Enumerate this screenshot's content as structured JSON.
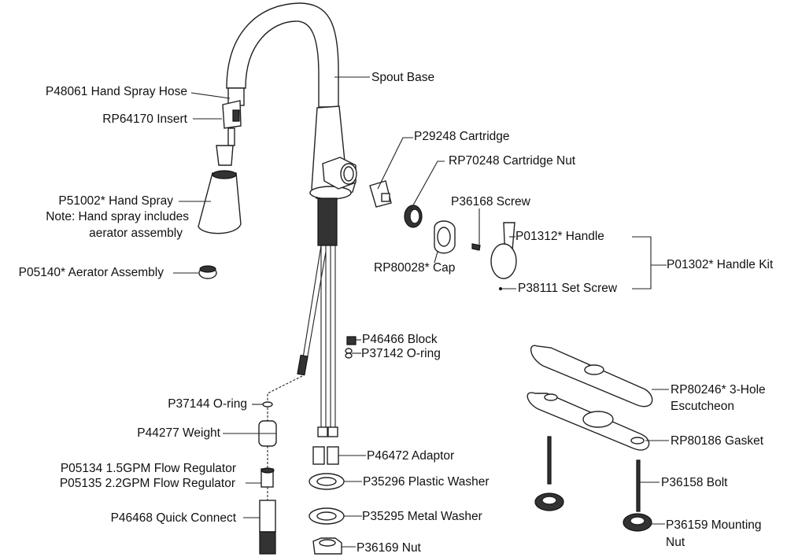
{
  "diagram": {
    "title": "Pull-down kitchen faucet exploded parts diagram",
    "parts": {
      "hand_spray_hose": "P48061 Hand Spray Hose",
      "insert": "RP64170 Insert",
      "hand_spray": "P51002* Hand Spray",
      "hand_spray_note_1": "Note: Hand spray includes",
      "hand_spray_note_2": "aerator assembly",
      "aerator": "P05140* Aerator Assembly",
      "spout_base": "Spout Base",
      "cartridge": "P29248 Cartridge",
      "cartridge_nut": "RP70248 Cartridge Nut",
      "screw": "P36168 Screw",
      "handle": "P01312* Handle",
      "cap": "RP80028* Cap",
      "handle_kit": "P01302* Handle Kit",
      "set_screw": "P38111 Set Screw",
      "block": "P46466 Block",
      "o_ring_142": "P37142 O-ring",
      "o_ring_144": "P37144 O-ring",
      "weight": "P44277 Weight",
      "flow_reg_15": "P05134 1.5GPM Flow Regulator",
      "flow_reg_22": "P05135 2.2GPM Flow Regulator",
      "quick_connect": "P46468 Quick Connect",
      "adaptor": "P46472 Adaptor",
      "plastic_washer": "P35296 Plastic Washer",
      "metal_washer": "P35295 Metal Washer",
      "nut": "P36169 Nut",
      "escutcheon_1": "RP80246* 3-Hole",
      "escutcheon_2": "Escutcheon",
      "gasket": "RP80186 Gasket",
      "bolt": "P36158 Bolt",
      "mounting_nut_1": "P36159 Mounting",
      "mounting_nut_2": "Nut"
    }
  }
}
